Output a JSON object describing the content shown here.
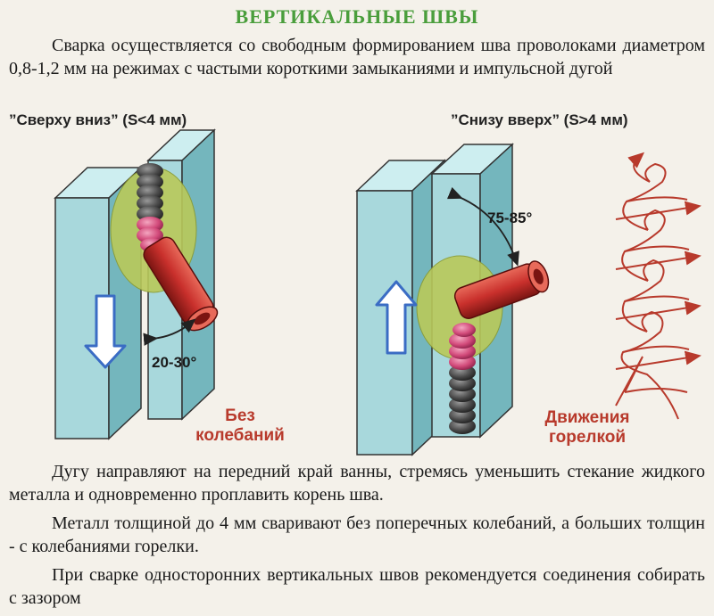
{
  "title": "ВЕРТИКАЛЬНЫЕ ШВЫ",
  "intro": "Сварка осуществляется со свободным формированием шва проволоками диаметром 0,8-1,2 мм на режимах с частыми короткими замыканиями и импульсной дугой",
  "left_heading": "”Сверху вниз” (S<4 мм)",
  "right_heading": "”Снизу вверх” (S>4 мм)",
  "left_angle": "20-30°",
  "right_angle": "75-85°",
  "left_caption": [
    "Без",
    "колебаний"
  ],
  "right_caption": [
    "Движения",
    "горелкой"
  ],
  "paragraphs": [
    "Дугу направляют на передний край ванны, стремясь уменьшить стекание жидкого металла и одновременно проплавить корень шва.",
    "Металл толщиной до 4 мм сваривают без поперечных колебаний, а больших толщин - с колебаниями горелки.",
    "При сварке односторонних вертикальных швов рекомендуется соединения собирать с зазором"
  ],
  "colors": {
    "title": "#4a9e3c",
    "plate_front": "#a8d8dc",
    "plate_side": "#74b6bd",
    "pool": "#b9c95a",
    "bead": "#4a4a4a",
    "torch": "#c9302c",
    "caption": "#b83a2c"
  }
}
